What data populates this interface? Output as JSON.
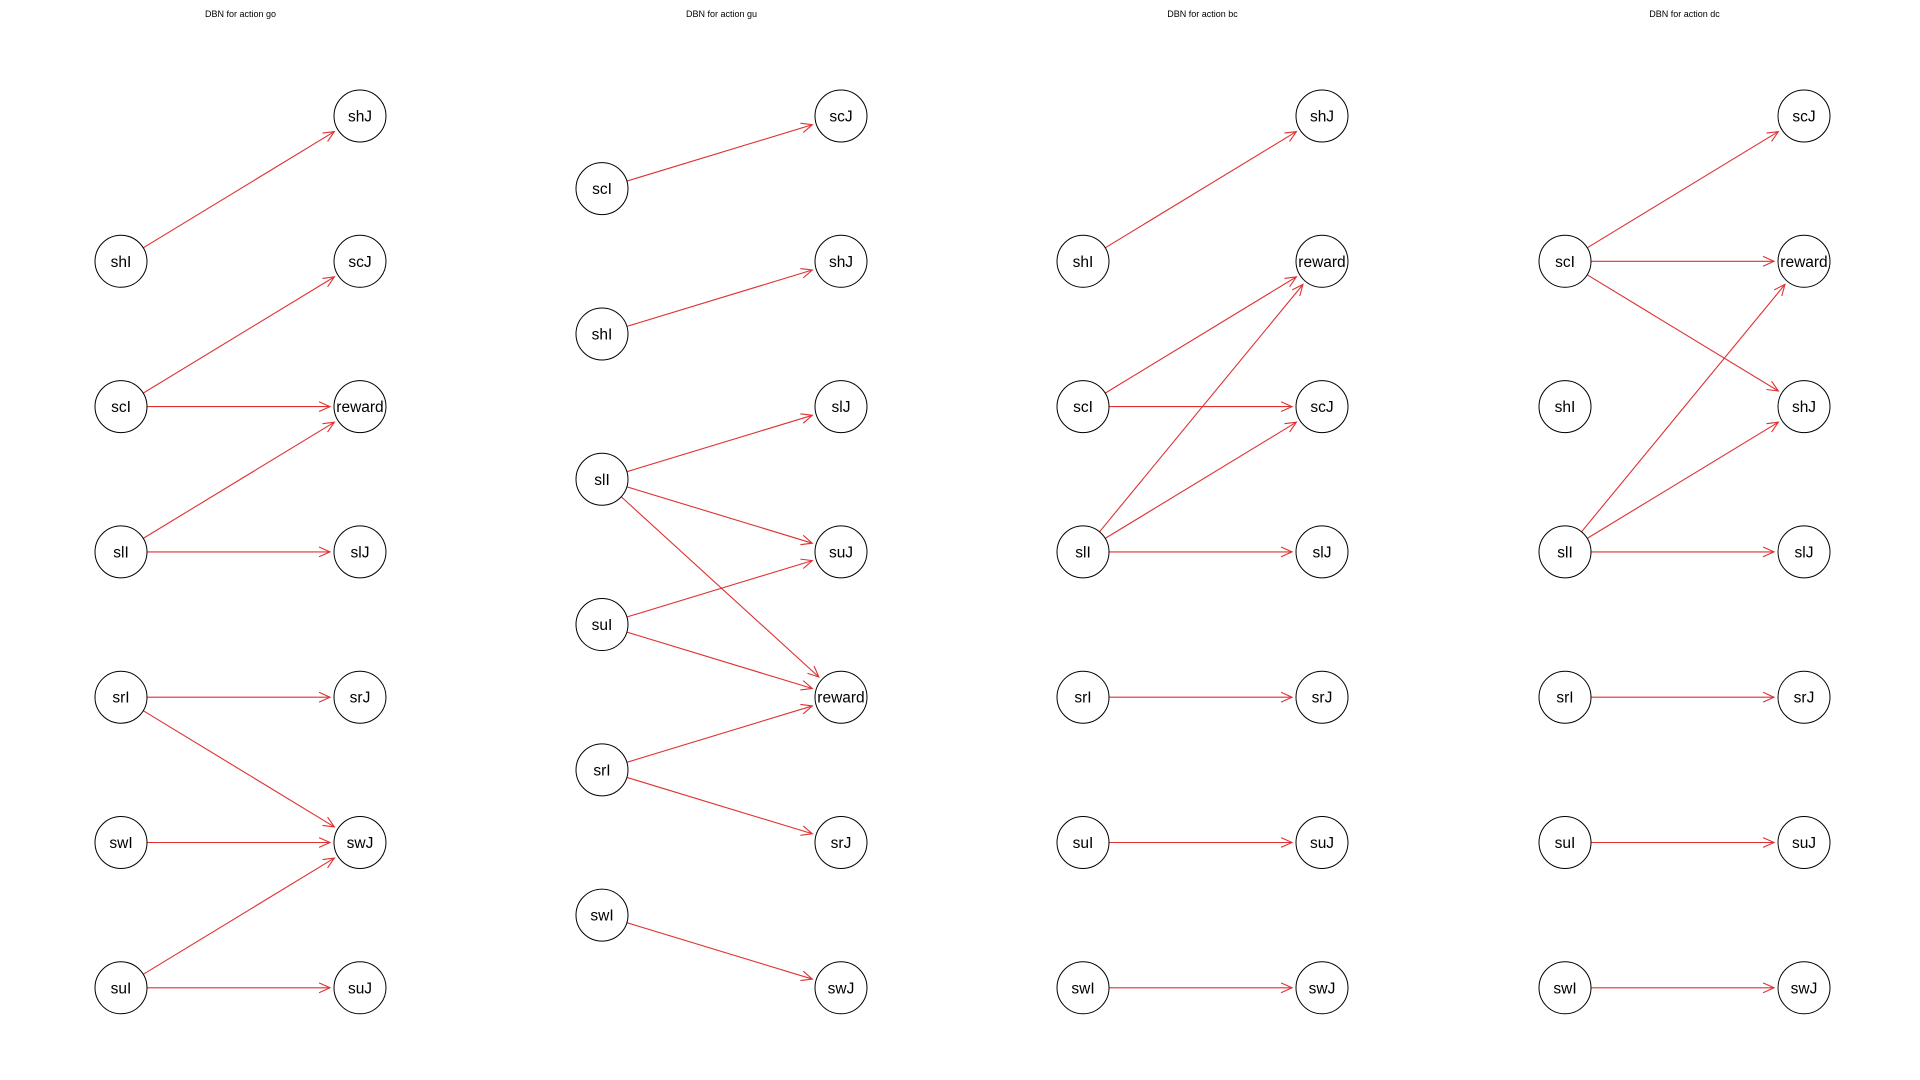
{
  "panels": [
    {
      "title": "DBN for action go",
      "nodes": [
        {
          "id": "L1",
          "label": "shI",
          "col": "left",
          "row": 2
        },
        {
          "id": "L2",
          "label": "scI",
          "col": "left",
          "row": 3
        },
        {
          "id": "L3",
          "label": "slI",
          "col": "left",
          "row": 4
        },
        {
          "id": "L4",
          "label": "srI",
          "col": "left",
          "row": 5
        },
        {
          "id": "L5",
          "label": "swI",
          "col": "left",
          "row": 6
        },
        {
          "id": "L6",
          "label": "suI",
          "col": "left",
          "row": 7
        },
        {
          "id": "R1",
          "label": "shJ",
          "col": "right",
          "row": 1
        },
        {
          "id": "R2",
          "label": "scJ",
          "col": "right",
          "row": 2
        },
        {
          "id": "R3",
          "label": "reward",
          "col": "right",
          "row": 3
        },
        {
          "id": "R4",
          "label": "slJ",
          "col": "right",
          "row": 4
        },
        {
          "id": "R5",
          "label": "srJ",
          "col": "right",
          "row": 5
        },
        {
          "id": "R6",
          "label": "swJ",
          "col": "right",
          "row": 6
        },
        {
          "id": "R7",
          "label": "suJ",
          "col": "right",
          "row": 7
        }
      ],
      "edges": [
        [
          "L1",
          "R1"
        ],
        [
          "L2",
          "R2"
        ],
        [
          "L2",
          "R3"
        ],
        [
          "L3",
          "R3"
        ],
        [
          "L3",
          "R4"
        ],
        [
          "L4",
          "R5"
        ],
        [
          "L4",
          "R6"
        ],
        [
          "L5",
          "R6"
        ],
        [
          "L6",
          "R6"
        ],
        [
          "L6",
          "R7"
        ]
      ]
    },
    {
      "title": "DBN for action gu",
      "nodes": [
        {
          "id": "L1",
          "label": "scI",
          "col": "left",
          "row": 1.5
        },
        {
          "id": "L2",
          "label": "shI",
          "col": "left",
          "row": 2.5
        },
        {
          "id": "L3",
          "label": "slI",
          "col": "left",
          "row": 3.5
        },
        {
          "id": "L4",
          "label": "suI",
          "col": "left",
          "row": 4.5
        },
        {
          "id": "L5",
          "label": "srI",
          "col": "left",
          "row": 5.5
        },
        {
          "id": "L6",
          "label": "swI",
          "col": "left",
          "row": 6.5
        },
        {
          "id": "R1",
          "label": "scJ",
          "col": "right",
          "row": 1
        },
        {
          "id": "R2",
          "label": "shJ",
          "col": "right",
          "row": 2
        },
        {
          "id": "R3",
          "label": "slJ",
          "col": "right",
          "row": 3
        },
        {
          "id": "R4",
          "label": "suJ",
          "col": "right",
          "row": 4
        },
        {
          "id": "R5",
          "label": "reward",
          "col": "right",
          "row": 5
        },
        {
          "id": "R6",
          "label": "srJ",
          "col": "right",
          "row": 6
        },
        {
          "id": "R7",
          "label": "swJ",
          "col": "right",
          "row": 7
        }
      ],
      "edges": [
        [
          "L1",
          "R1"
        ],
        [
          "L2",
          "R2"
        ],
        [
          "L3",
          "R3"
        ],
        [
          "L3",
          "R4"
        ],
        [
          "L3",
          "R5"
        ],
        [
          "L4",
          "R4"
        ],
        [
          "L4",
          "R5"
        ],
        [
          "L5",
          "R5"
        ],
        [
          "L5",
          "R6"
        ],
        [
          "L6",
          "R7"
        ]
      ]
    },
    {
      "title": "DBN for action bc",
      "nodes": [
        {
          "id": "L1",
          "label": "shI",
          "col": "left",
          "row": 2
        },
        {
          "id": "L2",
          "label": "scI",
          "col": "left",
          "row": 3
        },
        {
          "id": "L3",
          "label": "slI",
          "col": "left",
          "row": 4
        },
        {
          "id": "L4",
          "label": "srI",
          "col": "left",
          "row": 5
        },
        {
          "id": "L5",
          "label": "suI",
          "col": "left",
          "row": 6
        },
        {
          "id": "L6",
          "label": "swI",
          "col": "left",
          "row": 7
        },
        {
          "id": "R1",
          "label": "shJ",
          "col": "right",
          "row": 1
        },
        {
          "id": "R2",
          "label": "reward",
          "col": "right",
          "row": 2
        },
        {
          "id": "R3",
          "label": "scJ",
          "col": "right",
          "row": 3
        },
        {
          "id": "R4",
          "label": "slJ",
          "col": "right",
          "row": 4
        },
        {
          "id": "R5",
          "label": "srJ",
          "col": "right",
          "row": 5
        },
        {
          "id": "R6",
          "label": "suJ",
          "col": "right",
          "row": 6
        },
        {
          "id": "R7",
          "label": "swJ",
          "col": "right",
          "row": 7
        }
      ],
      "edges": [
        [
          "L1",
          "R1"
        ],
        [
          "L2",
          "R2"
        ],
        [
          "L2",
          "R3"
        ],
        [
          "L3",
          "R2"
        ],
        [
          "L3",
          "R3"
        ],
        [
          "L3",
          "R4"
        ],
        [
          "L4",
          "R5"
        ],
        [
          "L5",
          "R6"
        ],
        [
          "L6",
          "R7"
        ]
      ]
    },
    {
      "title": "DBN for action dc",
      "nodes": [
        {
          "id": "L1",
          "label": "scI",
          "col": "left",
          "row": 2
        },
        {
          "id": "L2",
          "label": "shI",
          "col": "left",
          "row": 3
        },
        {
          "id": "L3",
          "label": "slI",
          "col": "left",
          "row": 4
        },
        {
          "id": "L4",
          "label": "srI",
          "col": "left",
          "row": 5
        },
        {
          "id": "L5",
          "label": "suI",
          "col": "left",
          "row": 6
        },
        {
          "id": "L6",
          "label": "swI",
          "col": "left",
          "row": 7
        },
        {
          "id": "R1",
          "label": "scJ",
          "col": "right",
          "row": 1
        },
        {
          "id": "R2",
          "label": "reward",
          "col": "right",
          "row": 2
        },
        {
          "id": "R3",
          "label": "shJ",
          "col": "right",
          "row": 3
        },
        {
          "id": "R4",
          "label": "slJ",
          "col": "right",
          "row": 4
        },
        {
          "id": "R5",
          "label": "srJ",
          "col": "right",
          "row": 5
        },
        {
          "id": "R6",
          "label": "suJ",
          "col": "right",
          "row": 6
        },
        {
          "id": "R7",
          "label": "swJ",
          "col": "right",
          "row": 7
        }
      ],
      "edges": [
        [
          "L1",
          "R1"
        ],
        [
          "L1",
          "R2"
        ],
        [
          "L1",
          "R3"
        ],
        [
          "L3",
          "R2"
        ],
        [
          "L3",
          "R3"
        ],
        [
          "L3",
          "R4"
        ],
        [
          "L4",
          "R5"
        ],
        [
          "L5",
          "R6"
        ],
        [
          "L6",
          "R7"
        ]
      ]
    }
  ],
  "colors": {
    "edge": "#e03030",
    "node_stroke": "#000000",
    "background": "#ffffff"
  }
}
